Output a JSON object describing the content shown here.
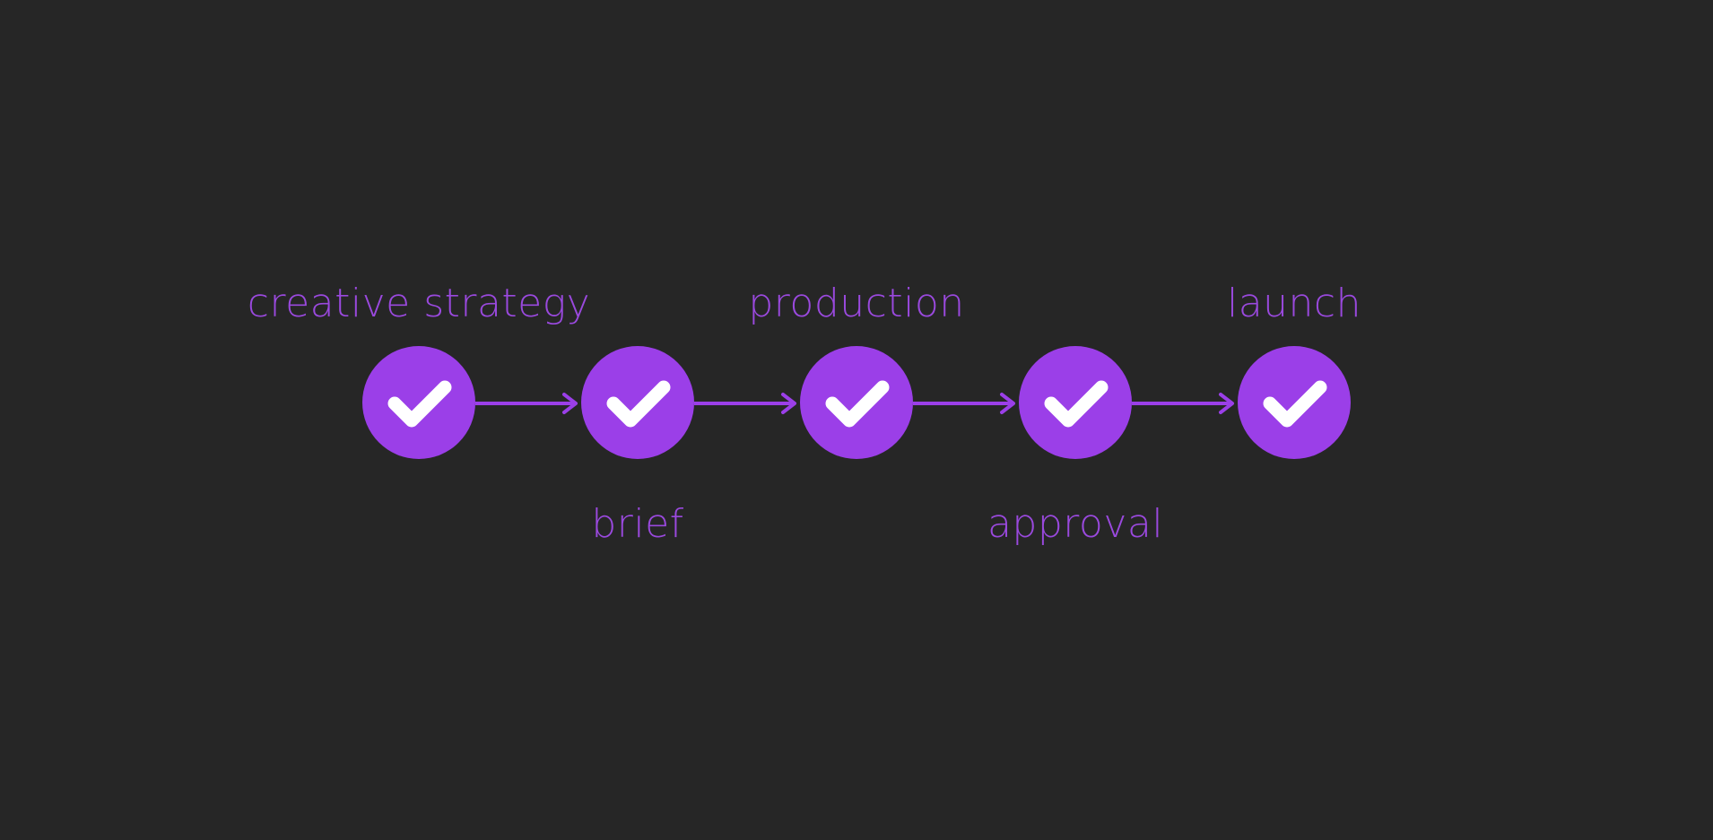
{
  "colors": {
    "background": "#262626",
    "accent": "#9b3fe8",
    "label": "#9a49de",
    "check": "#ffffff"
  },
  "steps": [
    {
      "label": "creative strategy",
      "label_position": "above",
      "icon": "check-icon"
    },
    {
      "label": "brief",
      "label_position": "below",
      "icon": "check-icon"
    },
    {
      "label": "production",
      "label_position": "above",
      "icon": "check-icon"
    },
    {
      "label": "approval",
      "label_position": "below",
      "icon": "check-icon"
    },
    {
      "label": "launch",
      "label_position": "above",
      "icon": "check-icon"
    }
  ],
  "connectors": [
    {
      "from": 0,
      "to": 1,
      "icon": "arrow-right-icon"
    },
    {
      "from": 1,
      "to": 2,
      "icon": "arrow-right-icon"
    },
    {
      "from": 2,
      "to": 3,
      "icon": "arrow-right-icon"
    },
    {
      "from": 3,
      "to": 4,
      "icon": "arrow-right-icon"
    }
  ]
}
